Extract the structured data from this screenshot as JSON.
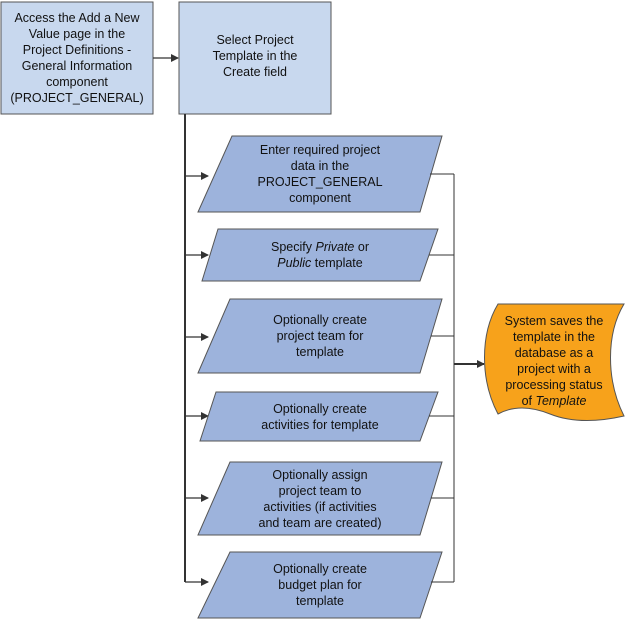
{
  "colors": {
    "start_fill": "#c8d8ee",
    "step_fill": "#9db3dc",
    "end_fill": "#f7a21b",
    "stroke": "#555555",
    "line": "#333333"
  },
  "nodes": {
    "access": {
      "text": "Access the Add a New\nValue page in the\nProject Definitions -\nGeneral Information\ncomponent\n(PROJECT_GENERAL)"
    },
    "select": {
      "text": "Select Project\nTemplate in the\nCreate field"
    },
    "enter": {
      "text": "Enter required project\ndata in the\nPROJECT_GENERAL\ncomponent"
    },
    "specify": {
      "pre": "Specify ",
      "em1": "Private",
      "mid": " or",
      "em2": "Public",
      "post": " template"
    },
    "team": {
      "text": "Optionally create\nproject team for\ntemplate"
    },
    "activities": {
      "text": "Optionally create\nactivities for template"
    },
    "assign": {
      "text": "Optionally assign\nproject team to\nactivities (if activities\nand team are created)"
    },
    "budget": {
      "text": "Optionally create\nbudget plan for\ntemplate"
    },
    "saves": {
      "text": "System saves the\ntemplate in the\ndatabase as a\nproject with a\nprocessing status\nof ",
      "em": "Template"
    }
  }
}
